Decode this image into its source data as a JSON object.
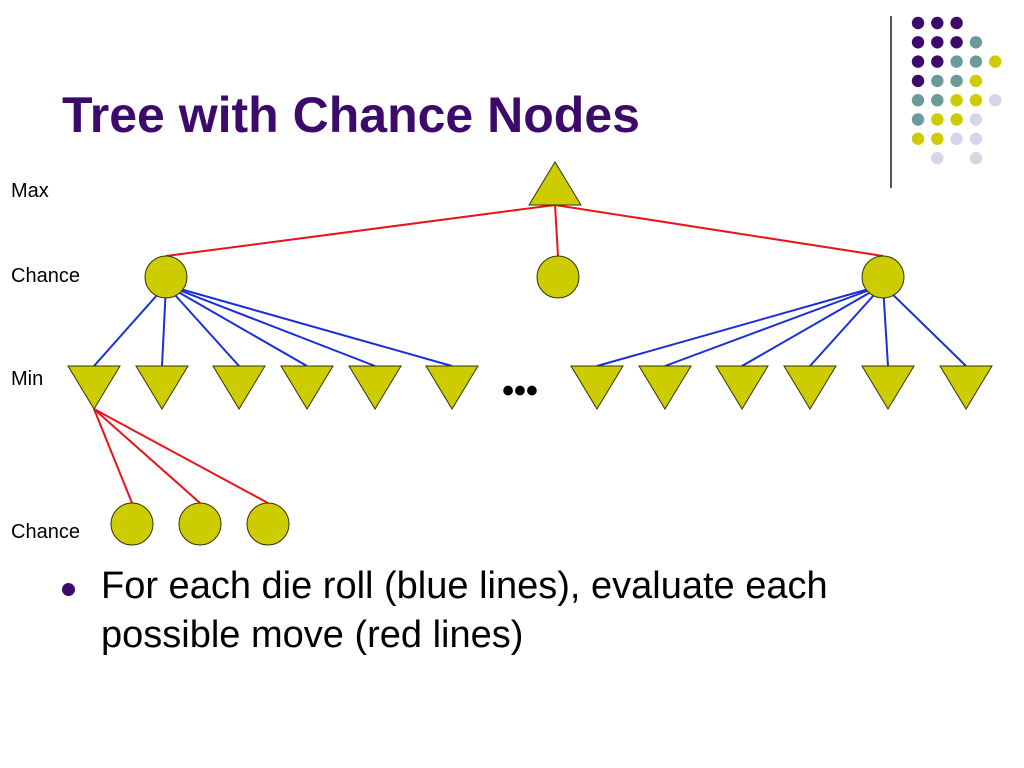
{
  "title": "Tree with Chance Nodes",
  "level_labels": {
    "max": "Max",
    "chance_upper": "Chance",
    "min": "Min",
    "chance_lower": "Chance"
  },
  "ellipsis": "•••",
  "bullet": "For each die roll (blue lines), evaluate each possible move (red lines)",
  "colors": {
    "title": "#3b0a6b",
    "node_fill": "#cccc00",
    "node_stroke": "#333300",
    "move_edge": "#e8141a",
    "roll_edge": "#1a2fd6",
    "dot_purple": "#3b0a6b",
    "dot_teal": "#6b9a9a",
    "dot_yellow": "#cccc00",
    "dot_lavender": "#d6d6e8"
  }
}
